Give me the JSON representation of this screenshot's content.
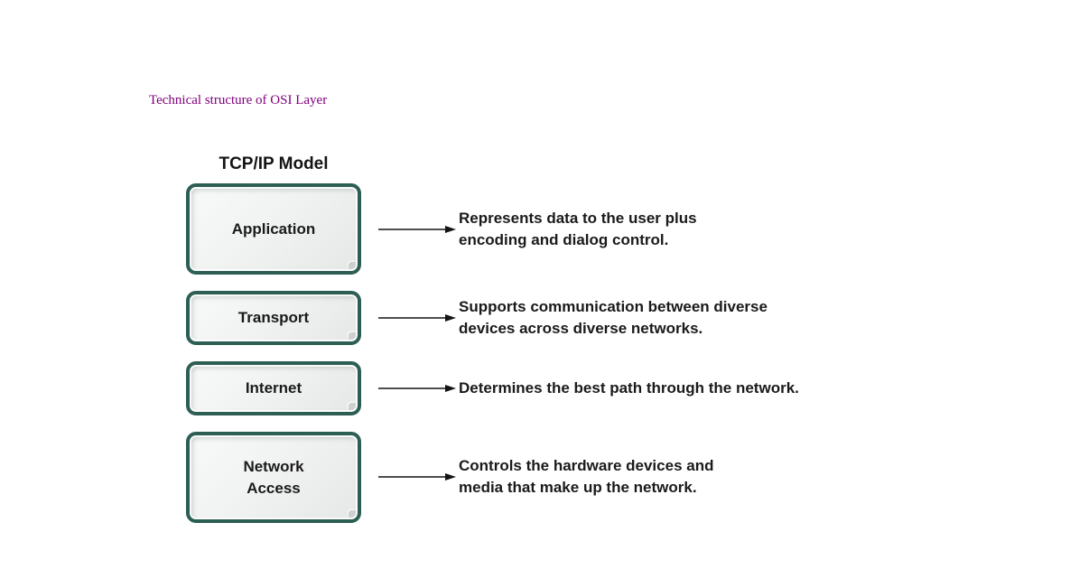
{
  "title": {
    "text": "Technical structure of OSI Layer",
    "color": "#80007d"
  },
  "model": {
    "heading": "TCP/IP Model",
    "layers": [
      {
        "label": "Application",
        "label_lines": [
          "Application"
        ],
        "description": "Represents data to the user plus encoding and dialog control.",
        "description_lines": [
          "Represents data to the user plus",
          "encoding and dialog control."
        ]
      },
      {
        "label": "Transport",
        "label_lines": [
          "Transport"
        ],
        "description": "Supports communication between diverse devices across diverse networks.",
        "description_lines": [
          "Supports communication between diverse",
          "devices across diverse networks."
        ]
      },
      {
        "label": "Internet",
        "label_lines": [
          "Internet"
        ],
        "description": "Determines the best path through the network.",
        "description_lines": [
          "Determines the best path through the network."
        ]
      },
      {
        "label": "Network Access",
        "label_lines": [
          "Network",
          "Access"
        ],
        "description": "Controls the hardware devices and media that make up the network.",
        "description_lines": [
          "Controls the hardware devices and",
          "media that make up the network."
        ]
      }
    ]
  },
  "colors": {
    "background": "#ffffff",
    "box_border": "#2d5e54",
    "box_fill_light": "#f8faf9",
    "box_fill_dark": "#e6e8e7",
    "text": "#1a1a1a",
    "title_text": "#80007d",
    "arrow": "#141414"
  }
}
